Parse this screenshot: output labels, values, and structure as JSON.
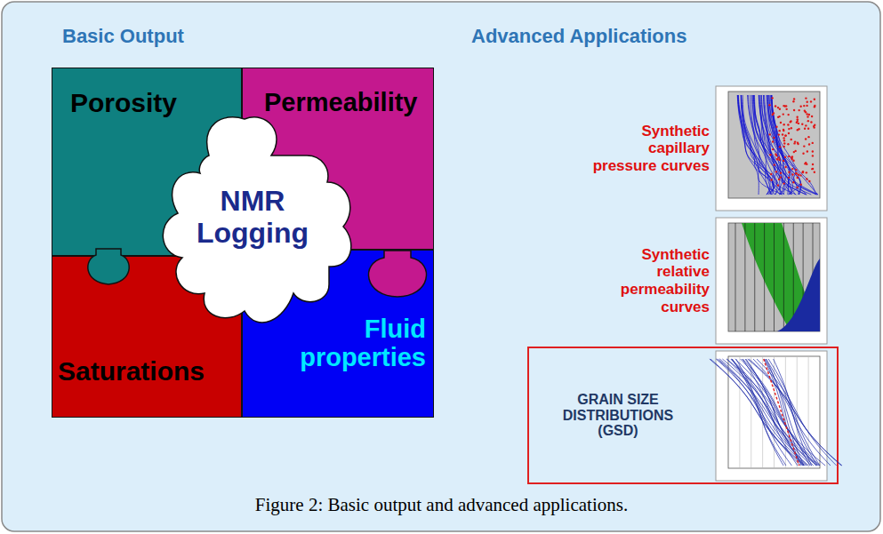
{
  "diagram": {
    "caption": "Figure 2: Basic output and advanced applications.",
    "nodes": [
      {
        "text": [
          "Porosity"
        ]
      },
      {
        "text": [
          "Permeability"
        ]
      },
      {
        "text": [
          "Saturations"
        ]
      },
      {
        "text": [
          "Fluid properties"
        ]
      },
      {
        "text": [
          "NMR Logging"
        ]
      },
      {
        "text": [
          "GRAIN SIZE DISTRIBUTIONS (GSD)"
        ]
      }
    ],
    "labels": [
      "Basic Output",
      "Advanced Applications",
      "Synthetic capillary pressure curves",
      "Synthetic relative permeability curves"
    ]
  }
}
